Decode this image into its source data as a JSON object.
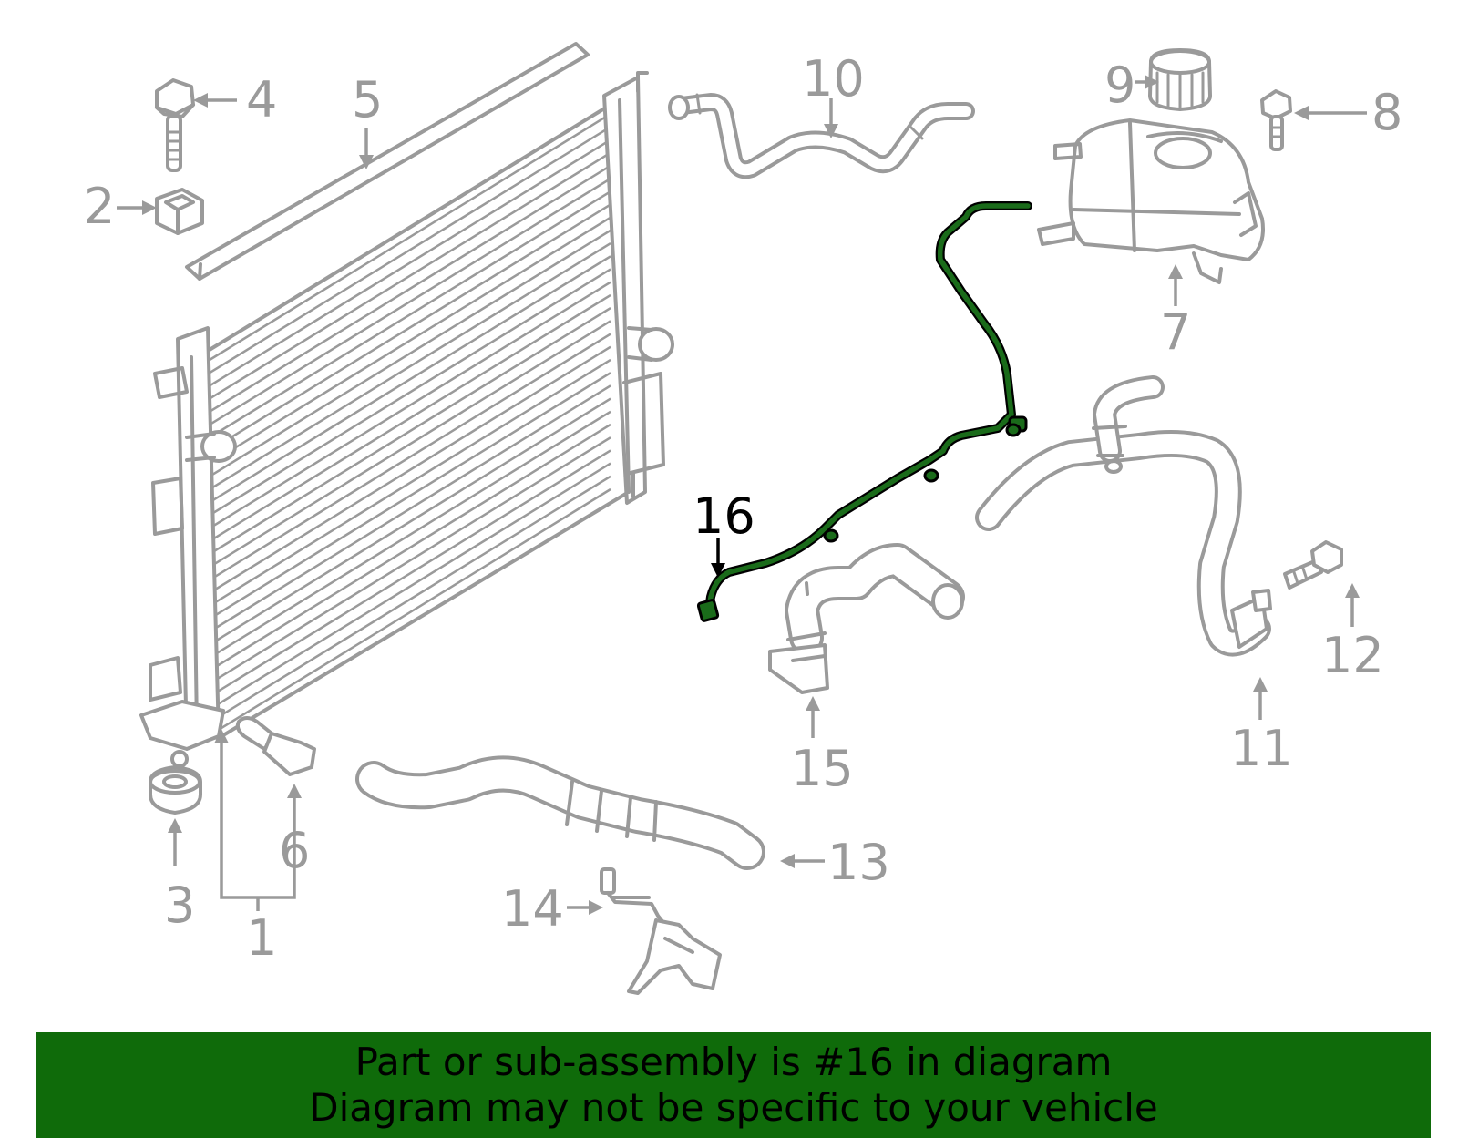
{
  "diagram": {
    "highlight_color": "#1a6b1a",
    "part_color": "#9a9a9a",
    "callouts": [
      "1",
      "2",
      "3",
      "4",
      "5",
      "6",
      "7",
      "8",
      "9",
      "10",
      "11",
      "12",
      "13",
      "14",
      "15",
      "16"
    ],
    "highlighted_callout": "16"
  },
  "banner": {
    "background": "#0f6b0a",
    "line1": "Part or sub-assembly is #16 in diagram",
    "line2": "Diagram may not be specific to your vehicle"
  }
}
